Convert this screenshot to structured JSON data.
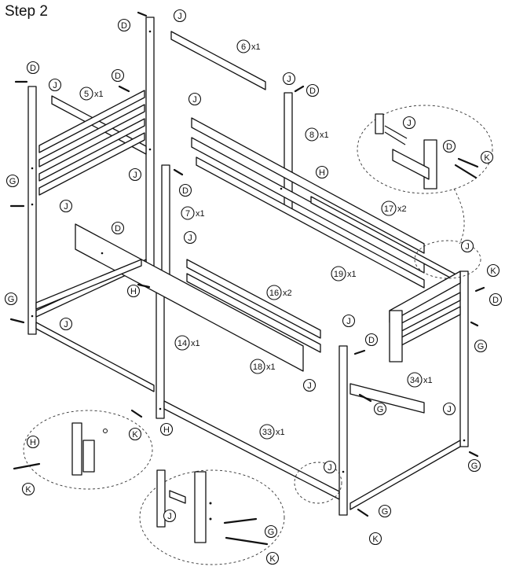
{
  "step_title": "Step 2",
  "parts": [
    {
      "num": "6",
      "qty": "x1"
    },
    {
      "num": "5",
      "qty": "x1"
    },
    {
      "num": "8",
      "qty": "x1"
    },
    {
      "num": "7",
      "qty": "x1"
    },
    {
      "num": "17",
      "qty": "x2"
    },
    {
      "num": "19",
      "qty": "x1"
    },
    {
      "num": "16",
      "qty": "x2"
    },
    {
      "num": "14",
      "qty": "x1"
    },
    {
      "num": "18",
      "qty": "x1"
    },
    {
      "num": "34",
      "qty": "x1"
    },
    {
      "num": "33",
      "qty": "x1"
    }
  ],
  "hardware": {
    "D": "D",
    "G": "G",
    "H": "H",
    "J": "J",
    "K": "K"
  }
}
